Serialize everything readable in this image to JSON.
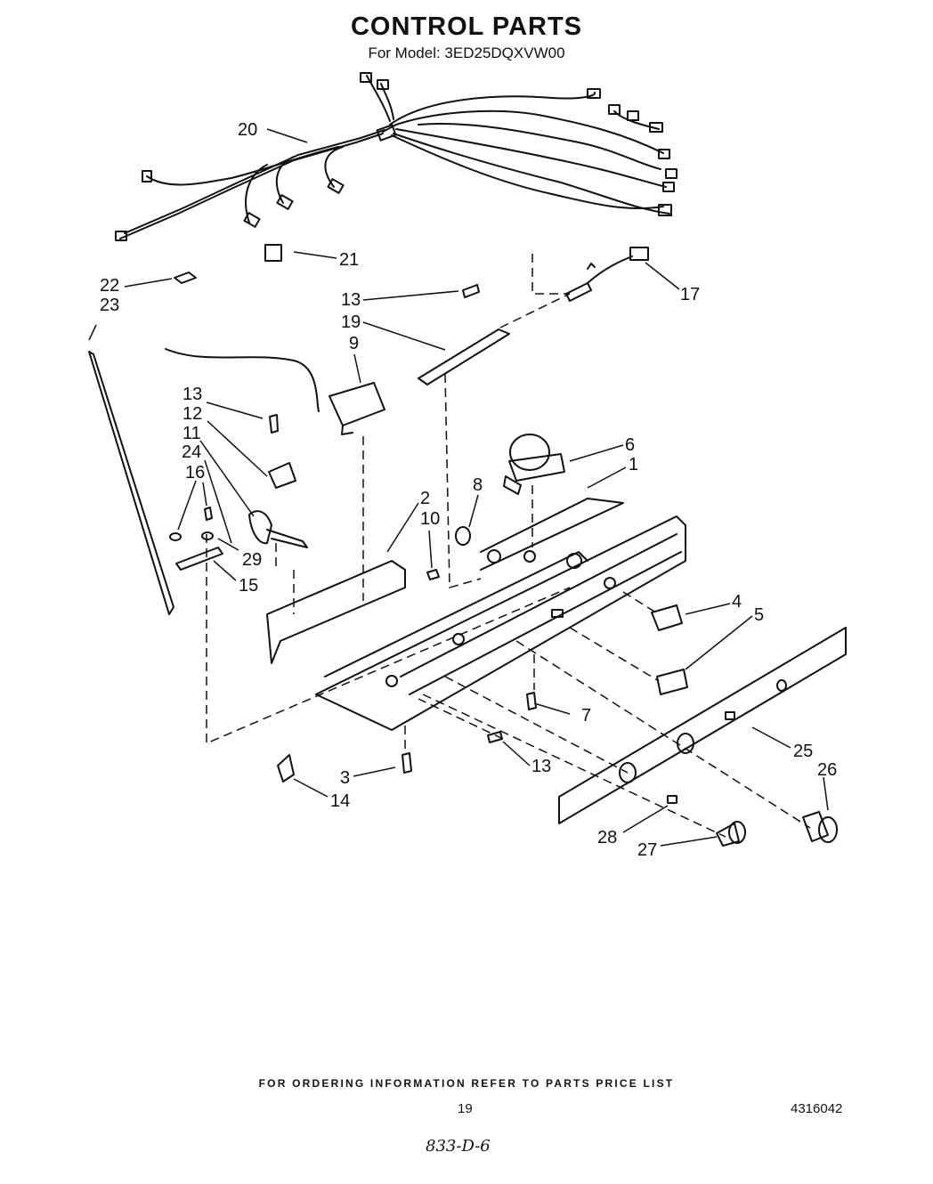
{
  "header": {
    "title": "CONTROL PARTS",
    "subtitle": "For Model: 3ED25DQXVW00"
  },
  "callouts": {
    "p1": "1",
    "p2": "2",
    "p3": "3",
    "p4": "4",
    "p5": "5",
    "p6": "6",
    "p7": "7",
    "p8": "8",
    "p9": "9",
    "p10": "10",
    "p11": "11",
    "p12": "12",
    "p13a": "13",
    "p13b": "13",
    "p13c": "13",
    "p14": "14",
    "p15": "15",
    "p16": "16",
    "p17": "17",
    "p19": "19",
    "p20": "20",
    "p21": "21",
    "p22": "22",
    "p23": "23",
    "p24": "24",
    "p25": "25",
    "p26": "26",
    "p27": "27",
    "p28": "28",
    "p29": "29"
  },
  "footer": {
    "note": "FOR ORDERING INFORMATION REFER TO PARTS PRICE LIST",
    "page_number": "19",
    "document_number": "4316042",
    "handwritten_mark": "833-D-6"
  }
}
